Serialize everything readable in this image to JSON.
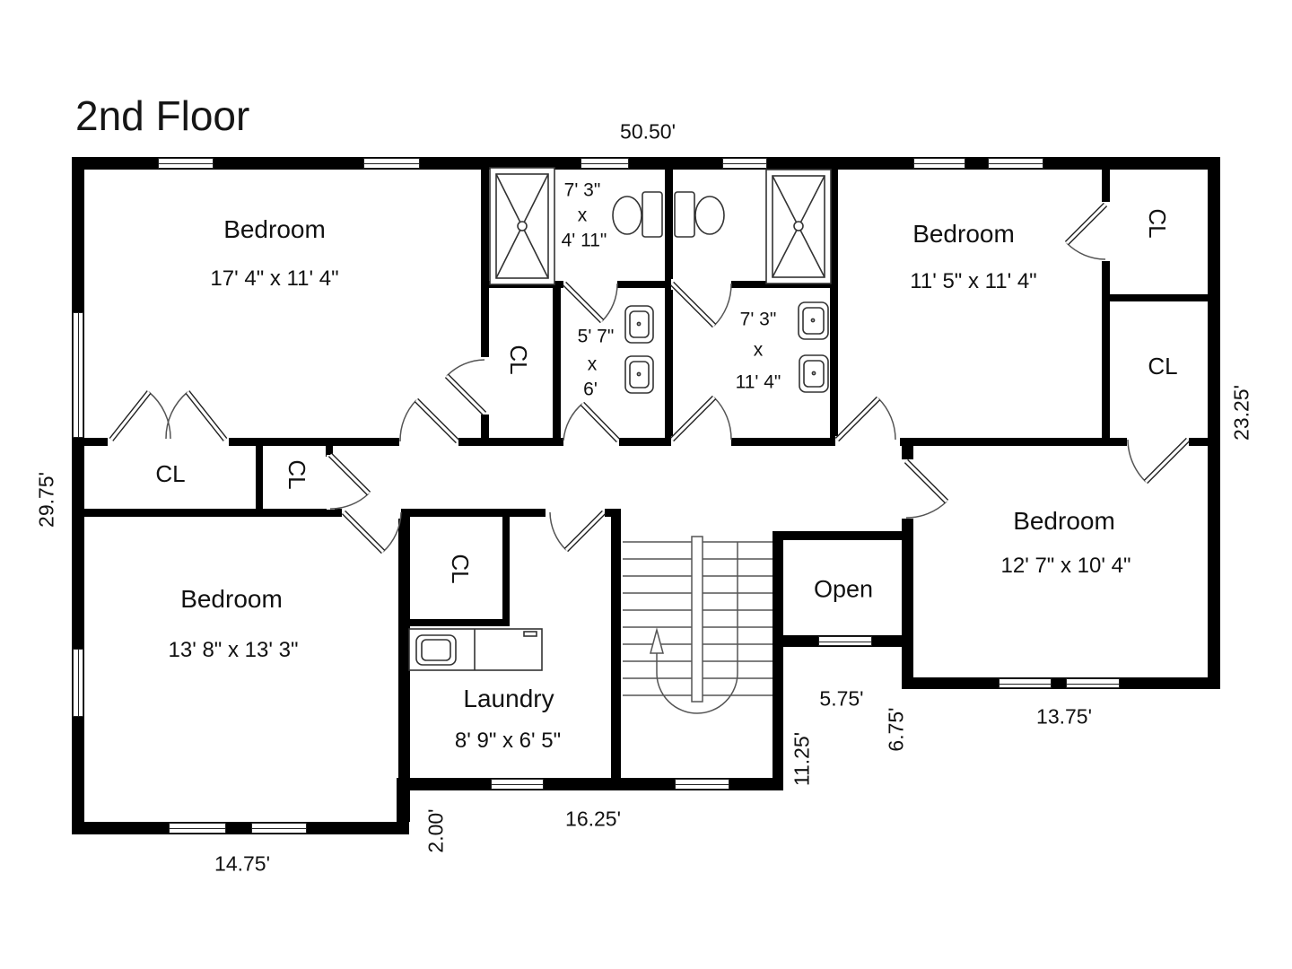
{
  "title": "2nd Floor",
  "labels": {
    "closet": "CL",
    "open": "Open"
  },
  "rooms": {
    "bedroom_tl": {
      "name": "Bedroom",
      "dims": "17' 4\" x 11' 4\""
    },
    "bedroom_tr": {
      "name": "Bedroom",
      "dims": "11' 5\" x 11' 4\""
    },
    "bedroom_bl": {
      "name": "Bedroom",
      "dims": "13' 8\" x 13' 3\""
    },
    "bedroom_br": {
      "name": "Bedroom",
      "dims": "12' 7\" x 10' 4\""
    },
    "laundry": {
      "name": "Laundry",
      "dims": "8' 9\" x 6' 5\""
    },
    "bath_top": {
      "l1": "7' 3\"",
      "l2": "x",
      "l3": "4' 11\""
    },
    "bath_mid": {
      "l1": "5' 7\"",
      "l2": "x",
      "l3": "6'"
    },
    "bath_right": {
      "l1": "7' 3\"",
      "l2": "x",
      "l3": "11' 4\""
    }
  },
  "dimensions": {
    "top": "50.50'",
    "left": "29.75'",
    "right": "23.25'",
    "bottom_left": "14.75'",
    "step": "2.00'",
    "bottom_mid": "16.25'",
    "stair": "11.25'",
    "open_w": "5.75'",
    "open_h": "6.75'",
    "bottom_right": "13.75'"
  }
}
